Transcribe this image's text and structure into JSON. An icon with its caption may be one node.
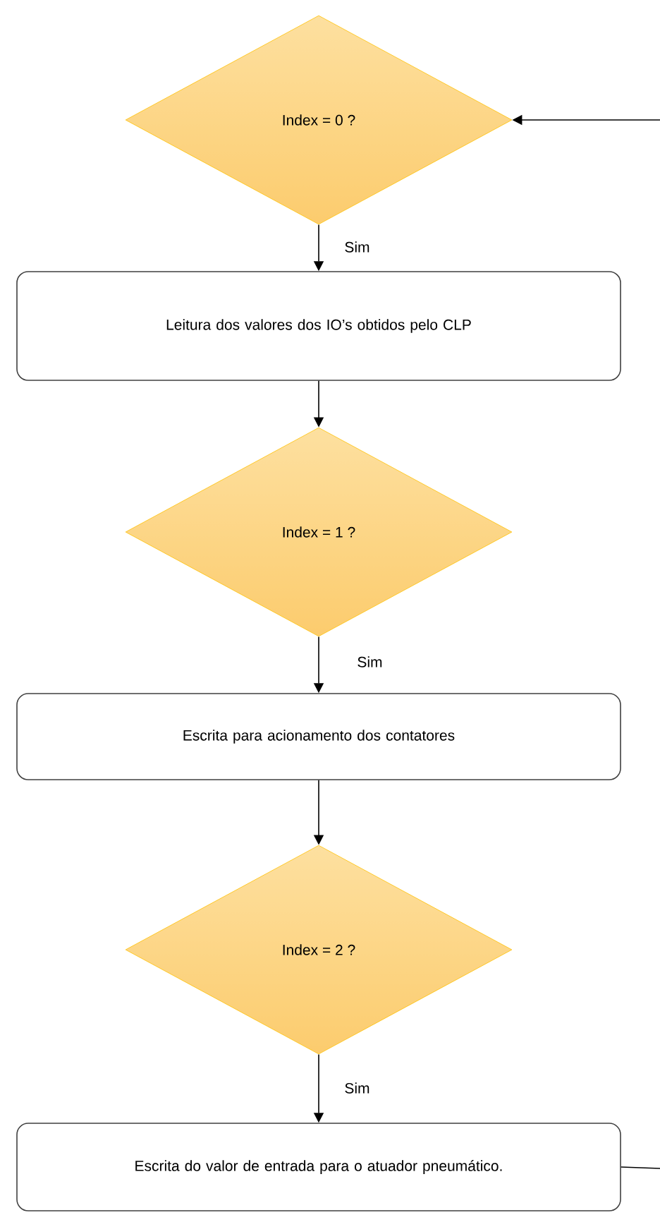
{
  "diagram": {
    "nodes": [
      {
        "text": [
          "Index = 0 ?"
        ]
      },
      {
        "text": [
          "Leitura dos valores dos IO’s obtidos pelo CLP"
        ]
      },
      {
        "text": [
          "Index = 1 ?"
        ]
      },
      {
        "text": [
          "Escrita para acionamento dos contatores"
        ]
      },
      {
        "text": [
          "Index = 2 ?"
        ]
      },
      {
        "text": [
          "Escrita do valor de entrada para o atuador pneumático."
        ]
      }
    ],
    "edges": [
      {
        "from": null,
        "to": 0,
        "arrow": "to"
      },
      {
        "from": 0,
        "to": 1,
        "arrow": "to",
        "label": "Sim"
      },
      {
        "from": 1,
        "to": 2,
        "arrow": "to"
      },
      {
        "from": 2,
        "to": 3,
        "arrow": "to",
        "label": "Sim"
      },
      {
        "from": 3,
        "to": 4,
        "arrow": "to"
      },
      {
        "from": 4,
        "to": 5,
        "arrow": "to",
        "label": "Sim"
      },
      {
        "from": 5,
        "to": null,
        "arrow": "none"
      }
    ]
  }
}
